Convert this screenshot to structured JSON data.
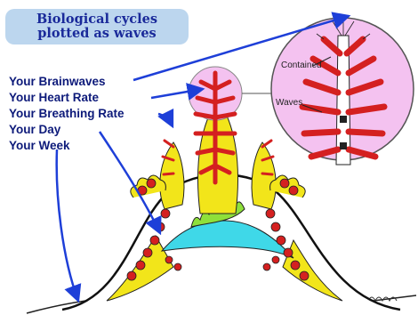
{
  "title": {
    "line1": "Biological cycles",
    "line2": "plotted as waves"
  },
  "labels": [
    {
      "key": "brainwaves",
      "text": "Your Brainwaves"
    },
    {
      "key": "heart",
      "text": "Your Heart Rate"
    },
    {
      "key": "breathing",
      "text": "Your Breathing Rate"
    },
    {
      "key": "day",
      "text": "Your Day"
    },
    {
      "key": "week",
      "text": "Your Week"
    }
  ],
  "inset": {
    "contained": "Contained",
    "waves": "Waves"
  },
  "colors": {
    "title_bg": "#bcd6ee",
    "title_text": "#1a2a9a",
    "label_text": "#0d1a7a",
    "arrow": "#1e3fd8",
    "inset_fill": "#f4c2f0",
    "red": "#d42020",
    "yellow": "#f2e51a",
    "cyan": "#3fd8e8",
    "green": "#8ee03a"
  }
}
